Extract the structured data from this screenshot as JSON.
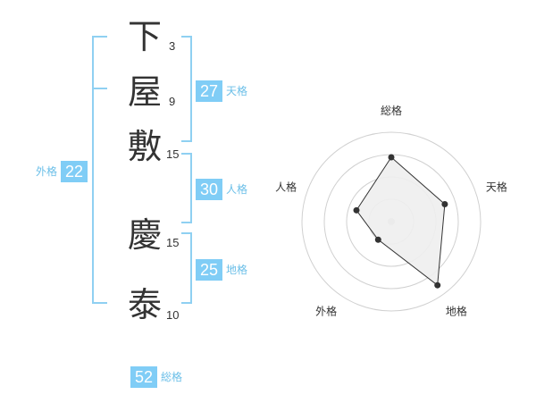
{
  "name_chars": [
    {
      "char": "下",
      "strokes": "3"
    },
    {
      "char": "屋",
      "strokes": "9"
    },
    {
      "char": "敷",
      "strokes": "15"
    },
    {
      "char": "慶",
      "strokes": "15"
    },
    {
      "char": "泰",
      "strokes": "10"
    }
  ],
  "scores": {
    "tenkaku": {
      "value": "27",
      "label": "天格"
    },
    "jinkaku": {
      "value": "30",
      "label": "人格"
    },
    "chikaku": {
      "value": "25",
      "label": "地格"
    },
    "gaikaku": {
      "value": "22",
      "label": "外格"
    },
    "soukaku": {
      "value": "52",
      "label": "総格"
    }
  },
  "colors": {
    "accent": "#80cdf6",
    "bracket": "#8fd0f2",
    "label": "#6bbfe8",
    "text": "#333333",
    "radar_fill": "#eeeeee",
    "radar_grid": "#d0d0d0"
  },
  "chart_data": {
    "type": "radar",
    "axes": [
      "総格",
      "天格",
      "地格",
      "外格",
      "人格"
    ],
    "values": [
      0.72,
      0.63,
      0.88,
      0.25,
      0.41
    ],
    "rings": 4
  }
}
